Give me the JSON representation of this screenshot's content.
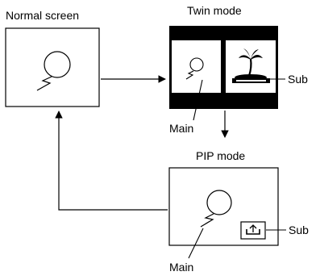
{
  "labels": {
    "normal_screen": "Normal screen",
    "twin_mode": "Twin mode",
    "pip_mode": "PIP mode",
    "twin_main": "Main",
    "twin_sub": "Sub",
    "pip_main": "Main",
    "pip_sub": "Sub"
  },
  "icons": {
    "person": "balloon-figure-icon",
    "island": "palm-island-icon",
    "sub_window": "upload-tray-icon"
  },
  "colors": {
    "line": "#000000",
    "background": "#ffffff"
  }
}
